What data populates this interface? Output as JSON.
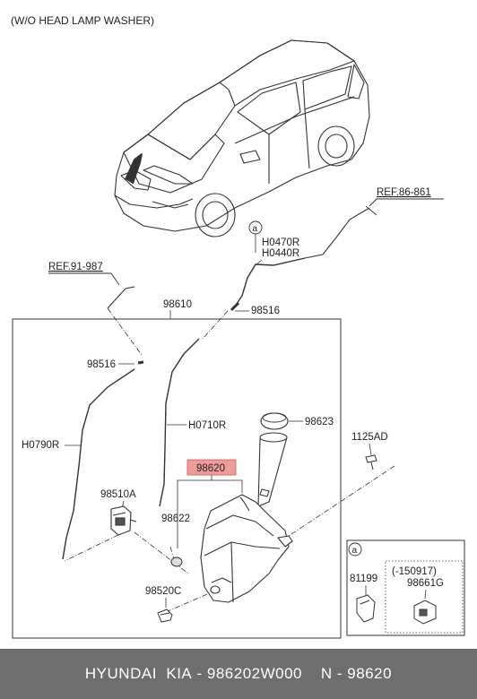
{
  "header_note": "(W/O HEAD LAMP WASHER)",
  "labels": {
    "ref_86_861": "REF.86-861",
    "ref_91_987": "REF.91-987",
    "callout_a": "a",
    "h0470r": "H0470R",
    "h0440r": "H0440R",
    "p98610": "98610",
    "p98516_top": "98516",
    "p98516_left": "98516",
    "h0710r": "H0710R",
    "p98623": "98623",
    "h0790r": "H0790R",
    "p1125ad": "1125AD",
    "p98620": "98620",
    "p98510a": "98510A",
    "p98622": "98622",
    "p98520c": "98520C"
  },
  "inset": {
    "marker": "a",
    "left_part": "81199",
    "right_date": "(-150917)",
    "right_part": "98661G"
  },
  "highlight_color": "#f19a9a",
  "footer": {
    "brand": "HYUNDAI  KIA",
    "separator1": " - ",
    "part_number": "986202W000",
    "gap": "    ",
    "suffix": "N - 98620"
  }
}
